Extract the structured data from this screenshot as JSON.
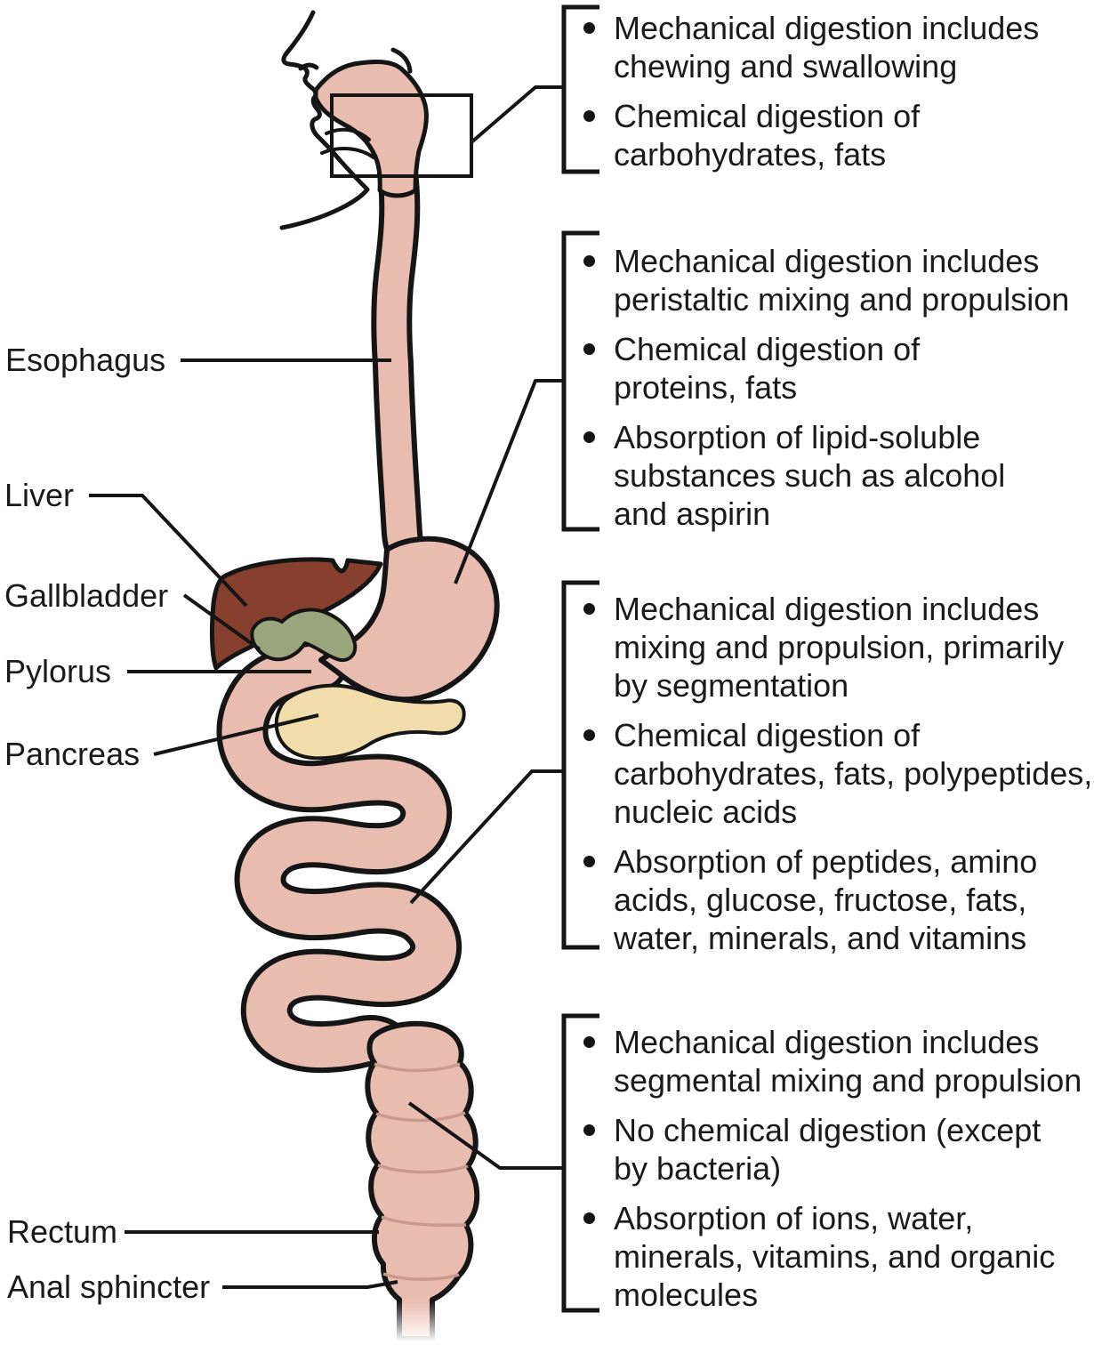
{
  "figure": {
    "title_hint": "Digestive system regional functions diagram",
    "organ_labels": [
      {
        "id": "esophagus",
        "text": "Esophagus"
      },
      {
        "id": "liver",
        "text": "Liver"
      },
      {
        "id": "gallbladder",
        "text": "Gallbladder"
      },
      {
        "id": "pylorus",
        "text": "Pylorus"
      },
      {
        "id": "pancreas",
        "text": "Pancreas"
      },
      {
        "id": "rectum",
        "text": "Rectum"
      },
      {
        "id": "anal_sphincter",
        "text": "Anal sphincter"
      }
    ],
    "annotation_groups": [
      {
        "region": "mouth-and-pharynx",
        "bullets": [
          "Mechanical digestion includes\nchewing and swallowing",
          "Chemical digestion of\ncarbohydrates, fats"
        ]
      },
      {
        "region": "esophagus-and-stomach",
        "bullets": [
          "Mechanical digestion includes\nperistaltic mixing and propulsion",
          "Chemical digestion of\nproteins, fats",
          "Absorption of lipid-soluble\nsubstances such as alcohol\nand aspirin"
        ]
      },
      {
        "region": "small-intestine",
        "bullets": [
          "Mechanical digestion includes\nmixing and propulsion, primarily\nby segmentation",
          "Chemical digestion of\ncarbohydrates, fats, polypeptides,\nnucleic acids",
          "Absorption of peptides, amino\nacids, glucose, fructose, fats,\nwater, minerals, and vitamins"
        ]
      },
      {
        "region": "large-intestine",
        "bullets": [
          "Mechanical digestion includes\nsegmental mixing and propulsion",
          "No chemical digestion (except\nby bacteria)",
          "Absorption of ions, water,\nminerals, vitamins, and organic\nmolecules"
        ]
      }
    ],
    "colors": {
      "background": "#ffffff",
      "tract_pink": "#e9bcb0",
      "liver_brown": "#873f2e",
      "bile_green": "#9aa57b",
      "pancreas_cream": "#f1dcab",
      "outline_black": "#151515",
      "crease_pink": "#c9998c"
    }
  }
}
